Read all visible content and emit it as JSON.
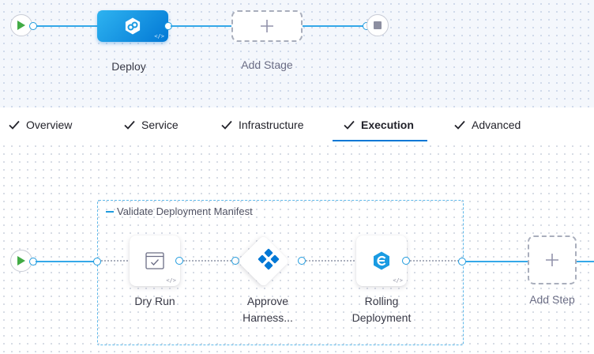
{
  "pipeline": {
    "stages": [
      {
        "label": "Deploy",
        "icon": "deploy-stage-icon",
        "selected": true
      },
      {
        "label": "Add Stage",
        "icon": "plus-icon"
      }
    ]
  },
  "tabs": [
    {
      "label": "Overview",
      "checked": true
    },
    {
      "label": "Service",
      "checked": true
    },
    {
      "label": "Infrastructure",
      "checked": true
    },
    {
      "label": "Execution",
      "checked": true,
      "active": true
    },
    {
      "label": "Advanced",
      "checked": true
    }
  ],
  "execution": {
    "group_title": "Validate Deployment Manifest",
    "steps": [
      {
        "label": "Dry Run",
        "icon": "dry-run-icon"
      },
      {
        "label_line1": "Approve",
        "label_line2": "Harness...",
        "icon": "approval-icon"
      },
      {
        "label_line1": "Rolling",
        "label_line2": "Deployment",
        "icon": "rolling-deployment-icon"
      }
    ],
    "add_step_label": "Add Step"
  },
  "colors": {
    "accent": "#0278d5",
    "link_line": "#35a8e8",
    "start_green": "#42ab45",
    "stage_gradient": [
      "#2eb3f0",
      "#0278d5"
    ]
  }
}
